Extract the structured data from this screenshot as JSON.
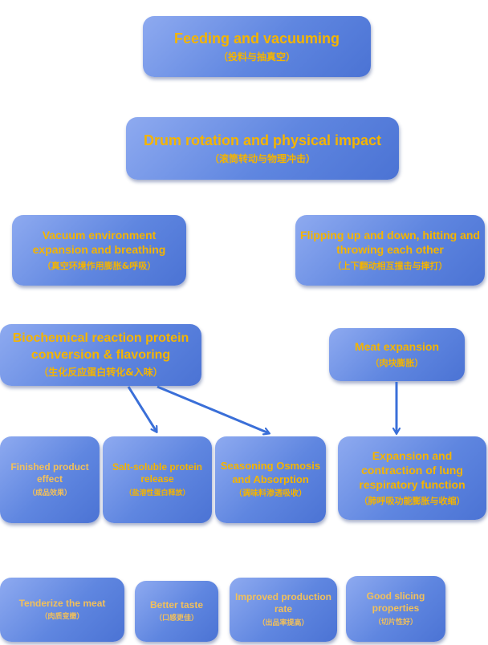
{
  "nodes": {
    "feeding": {
      "en": "Feeding and vacuuming",
      "zh": "（投料与抽真空）"
    },
    "drum": {
      "en": "Drum rotation and physical impact",
      "zh": "（滚筒转动与物理冲击）"
    },
    "vacuum": {
      "en": "Vacuum environment expansion and breathing",
      "zh": "（真空环境作用膨胀&呼吸）"
    },
    "flipping": {
      "en": "Flipping up and down, hitting and throwing each other",
      "zh": "（上下翻动相互撞击与摔打）"
    },
    "biochem": {
      "en": "Biochemical reaction protein conversion & flavoring",
      "zh": "（生化反应蛋白转化&入味）"
    },
    "meat_expansion": {
      "en": "Meat expansion",
      "zh": "（肉块膨胀）"
    },
    "finished": {
      "en": "Finished product effect",
      "zh": "（成品效果）"
    },
    "salt": {
      "en": "Salt-soluble protein release",
      "zh": "（盐溶性蛋白释放）"
    },
    "seasoning": {
      "en": "Seasoning Osmosis and Absorption",
      "zh": "（调味料渗透吸收）"
    },
    "lung": {
      "en": "Expansion and contraction of lung respiratory function",
      "zh": "（肺呼吸功能膨胀与收缩）"
    },
    "tenderize": {
      "en": "Tenderize the meat",
      "zh": "（肉质变嫩）"
    },
    "taste": {
      "en": "Better taste",
      "zh": "（口感更佳）"
    },
    "production": {
      "en": "Improved production rate",
      "zh": "（出品率提高）"
    },
    "slicing": {
      "en": "Good slicing properties",
      "zh": "（切片性好）"
    }
  },
  "colors": {
    "box_light": "#8eaaf0",
    "box_dark": "#4b73d4",
    "text": "#f4b400",
    "arrow": "#3a6fd8"
  }
}
